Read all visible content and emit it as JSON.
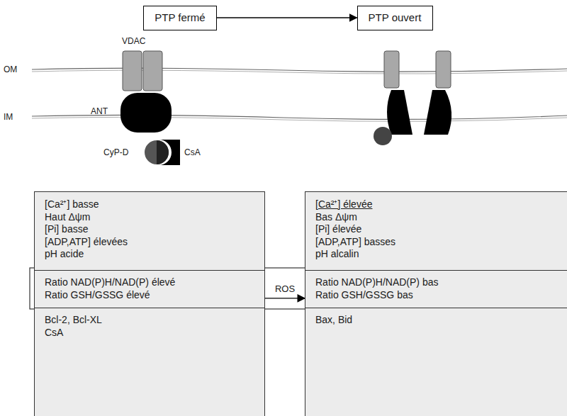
{
  "diagram": {
    "nodes": [
      {
        "text": [
          "PTP fermé"
        ]
      },
      {
        "text": [
          "PTP ouvert"
        ]
      },
      {
        "text": [
          "[Ca²⁺] basse",
          "Haut Δψm",
          "[Pi] basse",
          "[ADP,ATP] élevées",
          "pH acide"
        ]
      },
      {
        "text": [
          "Ratio NAD(P)H/NAD(P) élevé",
          "Ratio GSH/GSSG élevé"
        ]
      },
      {
        "text": [
          "Bcl-2, Bcl-XL",
          "CsA"
        ]
      },
      {
        "text": [
          "[Ca²⁺] élevée",
          "Bas Δψm",
          "[Pi] élevée",
          "[ADP,ATP] basses",
          "pH alcalin"
        ]
      },
      {
        "text": [
          "Ratio NAD(P)H/NAD(P) bas",
          "Ratio GSH/GSSG bas"
        ]
      },
      {
        "text": [
          "Bax, Bid"
        ]
      }
    ],
    "edges": [
      {
        "from": 0,
        "to": 1,
        "arrow": "to"
      },
      {
        "from": 3,
        "to": 6,
        "label": "ROS",
        "arrow": "to"
      }
    ],
    "labels": [
      "VDAC",
      "OM",
      "ANT",
      "IM",
      "CyP-D",
      "CsA"
    ]
  }
}
